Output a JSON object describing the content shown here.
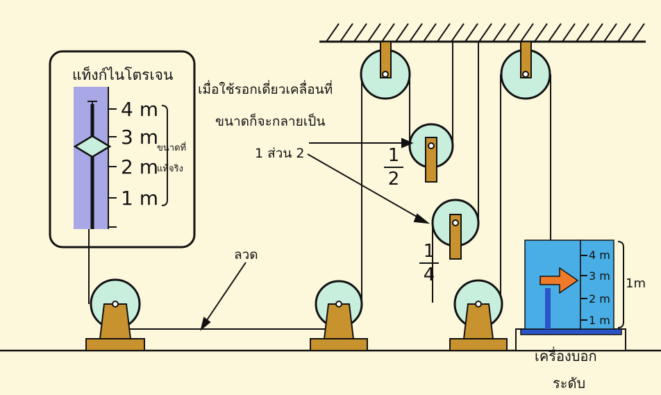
{
  "tank_panel": {
    "title": "แท็งก์ไนโตรเจน",
    "marks": [
      "4 m",
      "3 m",
      "2 m",
      "1 m"
    ],
    "actual_size_label_line1": "ขนาดที่",
    "actual_size_label_line2": "แท้จริง"
  },
  "pulley_note": {
    "line1": "เมื่อใช้รอกเดี่ยวเคลื่อนที่",
    "line2": "ขนาดก็จะกลายเป็น",
    "line3": "1 ส่วน 2"
  },
  "fraction_half": {
    "numerator": "1",
    "denominator": "2"
  },
  "fraction_quarter": {
    "numerator": "1",
    "denominator": "4"
  },
  "wire_label": "ลวด",
  "level_indicator": {
    "marks": [
      "4 m",
      "3 m",
      "2 m",
      "1 m"
    ],
    "size_label": "1m",
    "label_line1": "เครื่องบอก",
    "label_line2": "ระดับ"
  },
  "colors": {
    "background": "#fdf7dc",
    "pulley": "#c8eedd",
    "bracket": "#c8922e",
    "tank": "#a8a8e6",
    "indicator": "#4aaee6",
    "arrow": "#ee7a2a",
    "line": "#111111"
  }
}
